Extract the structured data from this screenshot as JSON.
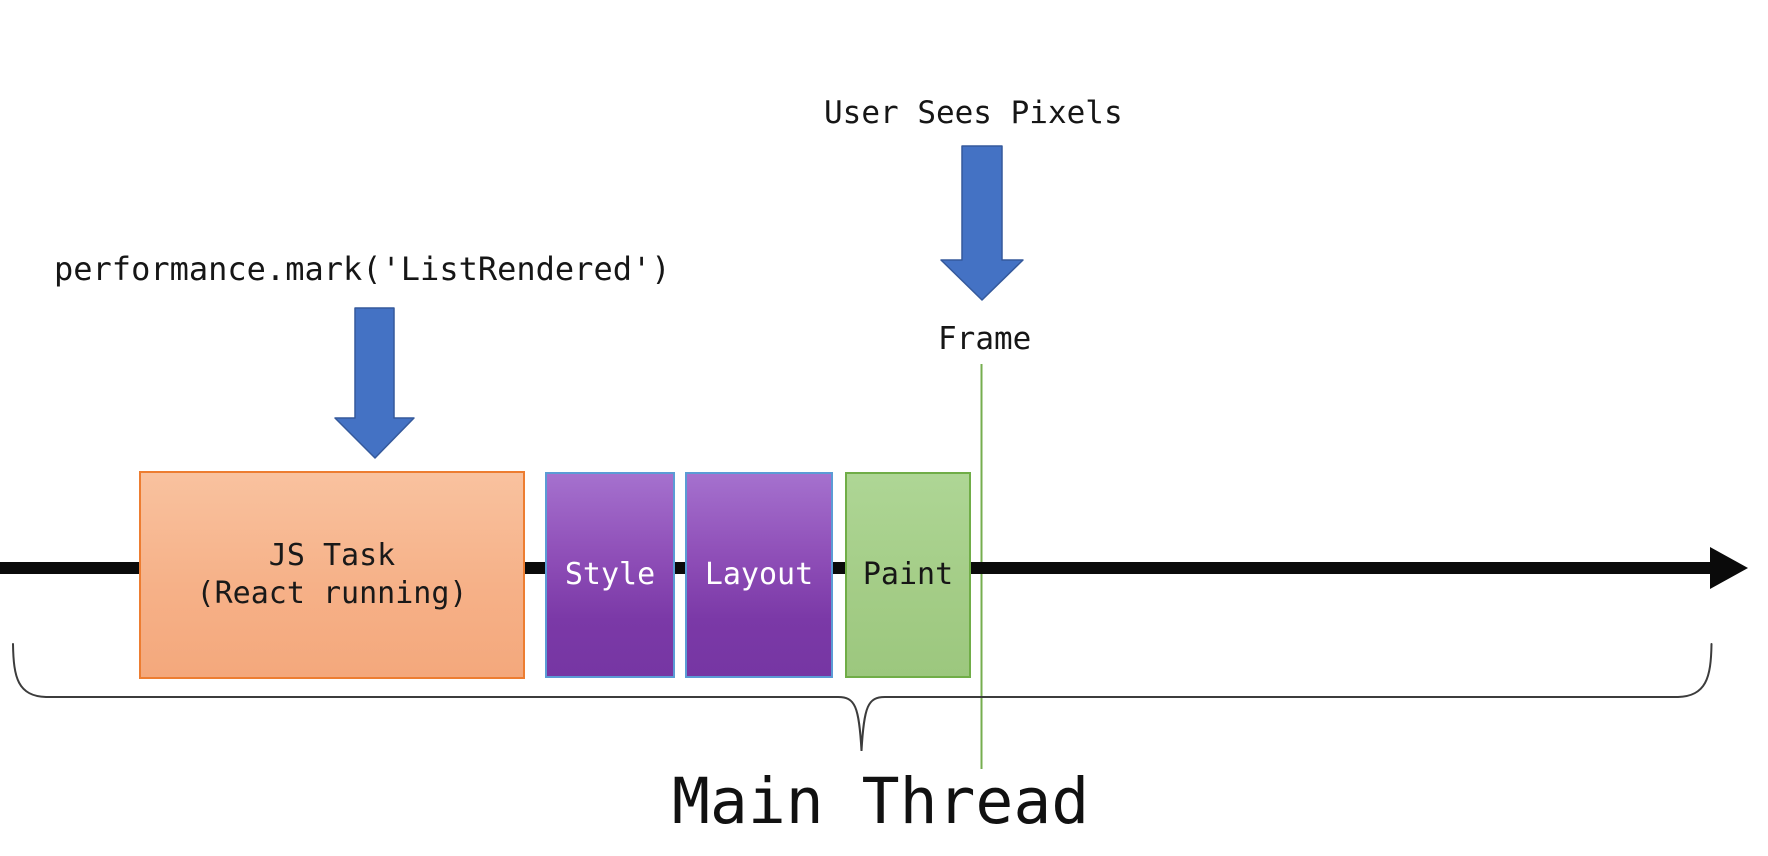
{
  "labels": {
    "perf_mark": "performance.mark('ListRendered')",
    "user_sees_pixels": "User Sees Pixels",
    "frame": "Frame",
    "main_thread": "Main Thread"
  },
  "timeline": {
    "direction": "left-to-right",
    "axis_color": "#0a0a0a",
    "boxes": [
      {
        "id": "js-task",
        "label": "JS Task",
        "sublabel": "(React running)",
        "fill": "#f4a87c",
        "border": "#ed7d31",
        "text_color": "#191919"
      },
      {
        "id": "style",
        "label": "Style",
        "fill": "#7b39a7",
        "border": "#5b9bd5",
        "text_color": "#ffffff"
      },
      {
        "id": "layout",
        "label": "Layout",
        "fill": "#7b39a7",
        "border": "#5b9bd5",
        "text_color": "#ffffff"
      },
      {
        "id": "paint",
        "label": "Paint",
        "fill": "#a4cd87",
        "border": "#70ad47",
        "text_color": "#161616"
      }
    ]
  },
  "markers": {
    "frame_line_color": "#76ae4f",
    "callout_arrow_fill": "#4472c4",
    "callout_arrow_border": "#35599b",
    "brace_color": "#3c3c3c"
  }
}
